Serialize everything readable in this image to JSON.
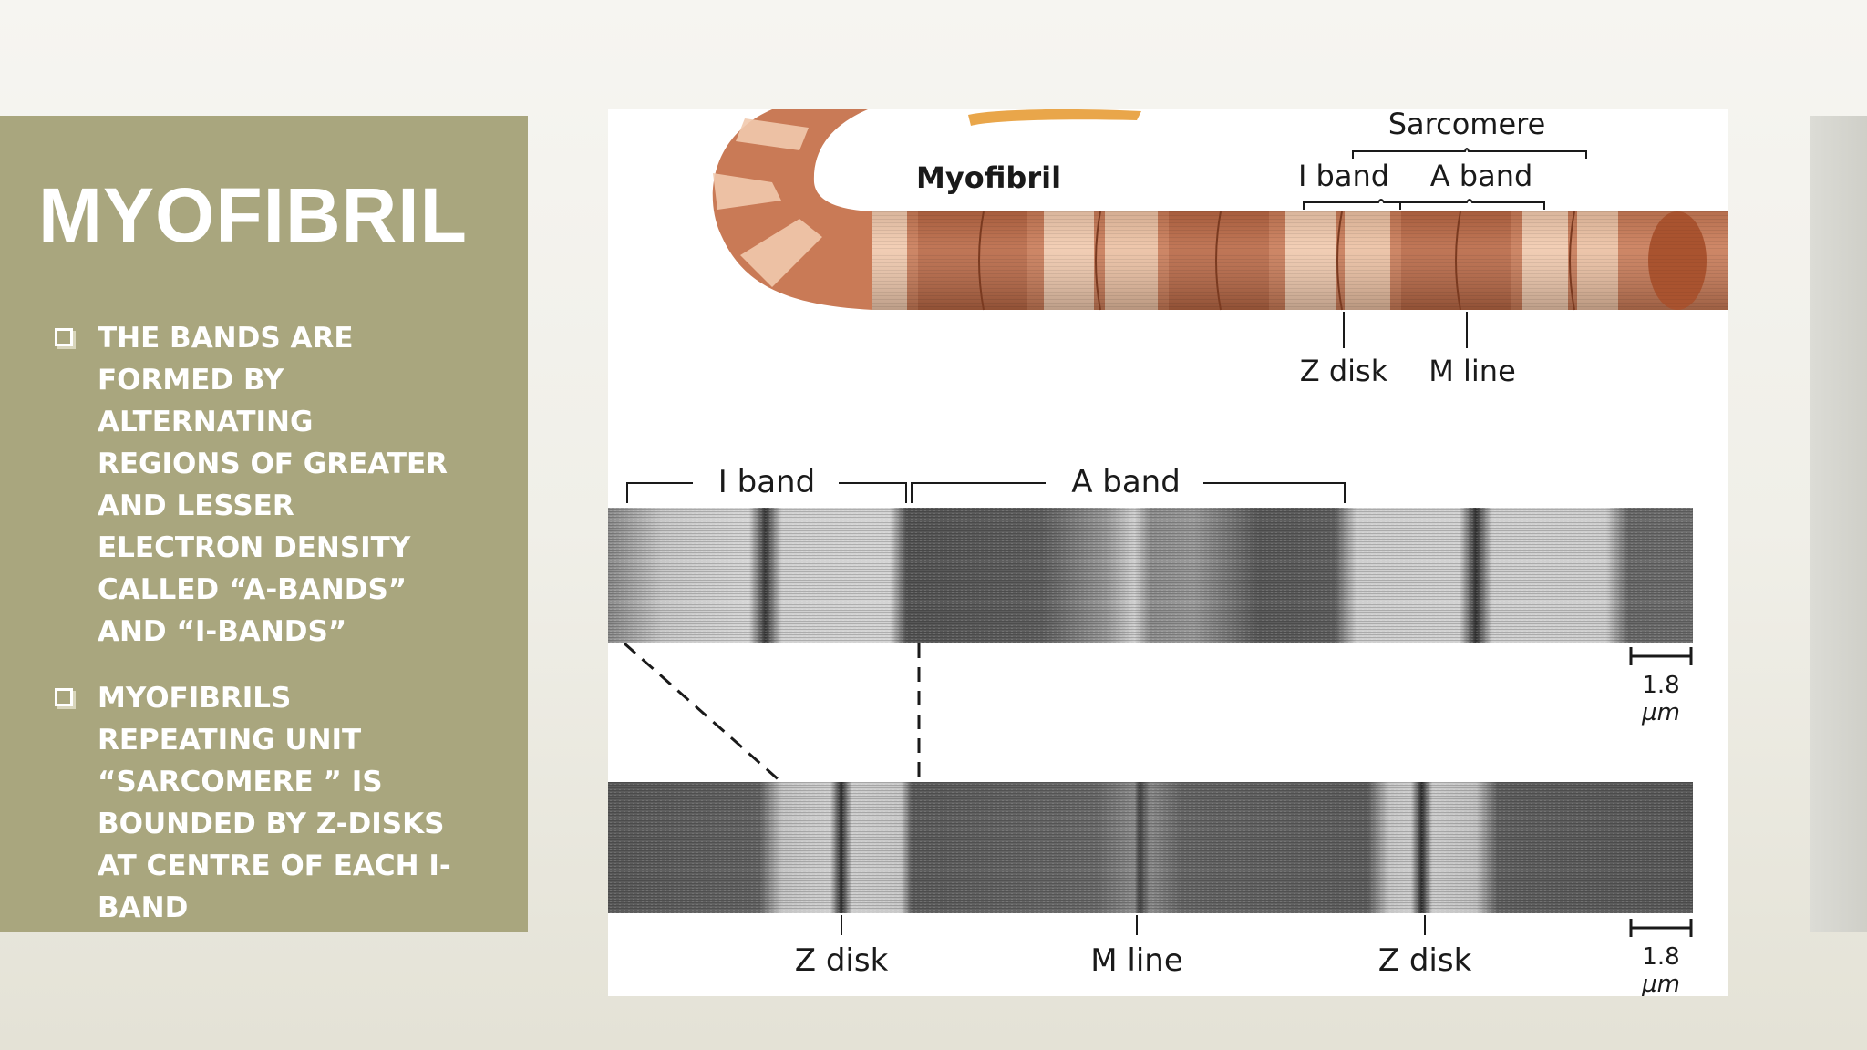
{
  "slide": {
    "title": "MYOFIBRIL",
    "bullets": [
      "THE BANDS ARE FORMED BY ALTERNATING REGIONS OF GREATER AND LESSER ELECTRON DENSITY CALLED “A-BANDS” AND “I-BANDS”",
      "MYOFIBRILS REPEATING UNIT “SARCOMERE ” IS BOUNDED BY Z-DISKS AT CENTRE OF EACH I-BAND"
    ]
  },
  "figure": {
    "top_labels": {
      "myofibril": "Myofibril",
      "sarcomere": "Sarcomere",
      "i_band": "I band",
      "a_band": "A band",
      "z_disk": "Z disk",
      "m_line": "M line"
    },
    "micrograph_labels": {
      "i_band": "I band",
      "a_band": "A band",
      "z_disk_left": "Z disk",
      "m_line": "M line",
      "z_disk_right": "Z disk"
    },
    "scale_bar_upper": {
      "value": "1.8",
      "unit": "µm"
    },
    "scale_bar_lower": {
      "value": "1.8",
      "unit": "µm"
    },
    "colors": {
      "fiber_dark": "#c97a56",
      "fiber_light": "#f1c9ad",
      "micrograph_dark": "#5e5e5e",
      "micrograph_light": "#d9d9d9"
    }
  }
}
